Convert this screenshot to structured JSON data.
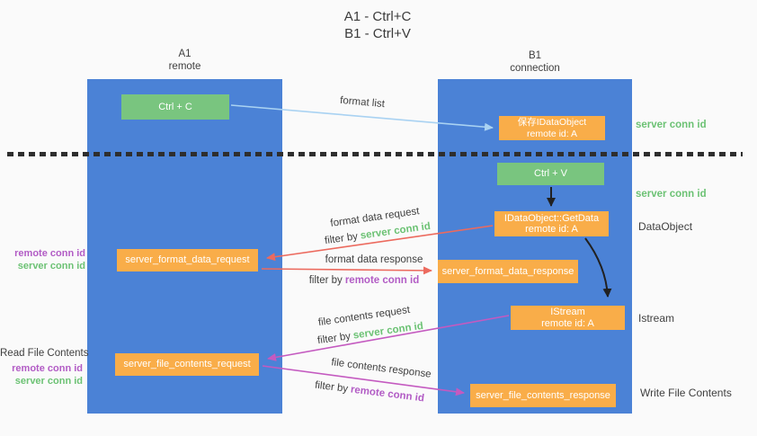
{
  "colors": {
    "lane_blue": "#4b82d6",
    "box_green": "#79c57f",
    "box_orange": "#f9ad49",
    "text_green": "#6cc274",
    "text_purple": "#b25cc5",
    "text_dark": "#3f3f3f",
    "arrow_blue": "#a9d2f2",
    "arrow_red": "#ec6a5e",
    "arrow_magenta": "#c45ac0",
    "arrow_black": "#212121",
    "dotted": "#2e2e2e",
    "bg": "#fafafa"
  },
  "title": {
    "line1": "A1 - Ctrl+C",
    "line2": "B1 - Ctrl+V"
  },
  "lanes": {
    "a1": {
      "title": "A1",
      "subtitle": "remote"
    },
    "b1": {
      "title": "B1",
      "subtitle": "connection"
    }
  },
  "boxes": {
    "ctrl_c": {
      "label": "Ctrl + C"
    },
    "save_idataobject": {
      "line1": "保存IDataObject",
      "line2": "remote id: A"
    },
    "ctrl_v": {
      "label": "Ctrl + V"
    },
    "getdata": {
      "line1": "IDataObject::GetData",
      "line2": "remote id: A"
    },
    "format_request": {
      "label": "server_format_data_request"
    },
    "format_response": {
      "label": "server_format_data_response"
    },
    "istream": {
      "line1": "IStream",
      "line2": "remote id: A"
    },
    "file_request": {
      "label": "server_file_contents_request"
    },
    "file_response": {
      "label": "server_file_contents_response"
    }
  },
  "labels": {
    "format_list": "format list",
    "format_data_request": "format data request",
    "format_data_response": "format data response",
    "file_contents_request": "file contents request",
    "file_contents_response": "file contents response",
    "filter_by": "filter by",
    "server_conn_id": "server conn id",
    "remote_conn_id": "remote conn id",
    "dataobject": "DataObject",
    "istream": "Istream",
    "read_file_contents": "Read File Contents",
    "write_file_contents": "Write File Contents"
  }
}
